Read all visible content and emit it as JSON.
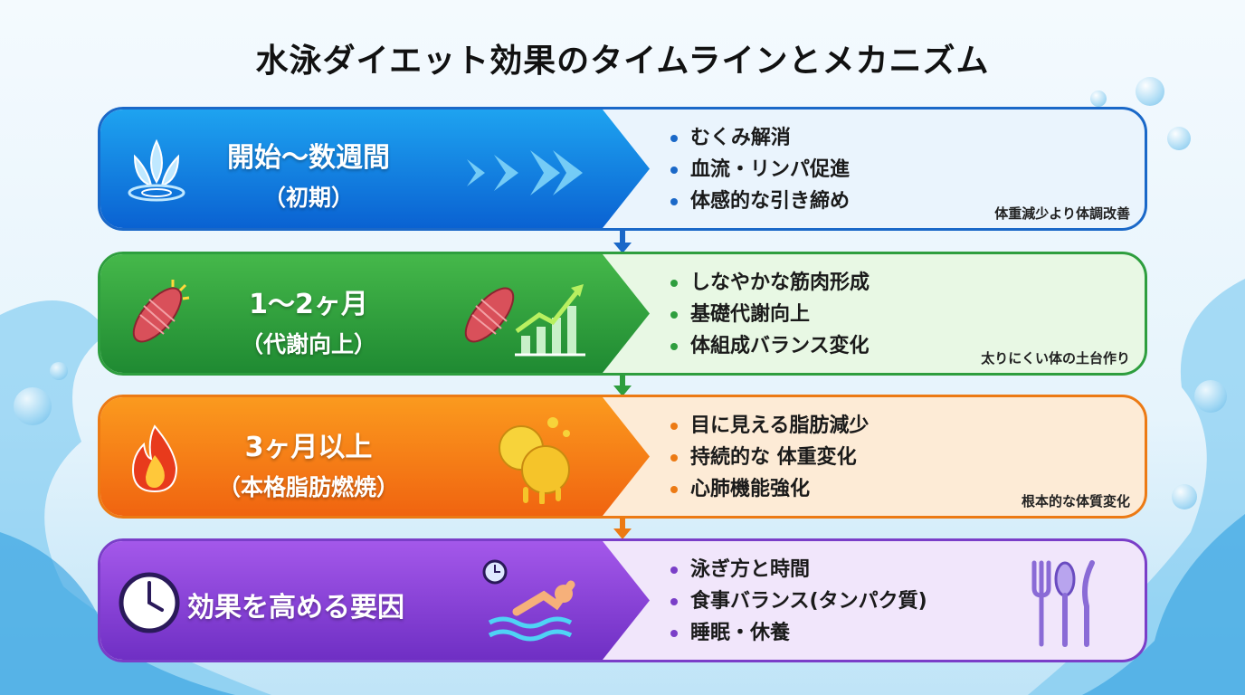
{
  "title": "水泳ダイエット効果のタイムラインとメカニズム",
  "colors": {
    "blue": "#1a73d9",
    "green": "#2e9e3e",
    "orange": "#f07a12",
    "purple": "#8a3fd6"
  },
  "stages": [
    {
      "line1": "開始〜数週間",
      "line2": "（初期）",
      "icon": "water-splash-icon",
      "bullets": [
        "むくみ解消",
        "血流・リンパ促進",
        "体感的な引き締め"
      ],
      "note": "体重減少より体調改善"
    },
    {
      "line1": "1〜2ヶ月",
      "line2": "（代謝向上）",
      "icon": "muscle-icon",
      "bullets": [
        "しなやかな筋肉形成",
        "基礎代謝向上",
        "体組成バランス変化"
      ],
      "note": "太りにくい体の土台作り"
    },
    {
      "line1": "3ヶ月以上",
      "line2": "（本格脂肪燃焼）",
      "icon": "fire-icon",
      "bullets": [
        "目に見える脂肪減少",
        "持続的な 体重変化",
        "心肺機能強化"
      ],
      "note": "根本的な体質変化"
    },
    {
      "line1": "効果を高める要因",
      "icon": "clock-icon",
      "bullets": [
        "泳ぎ方と時間",
        "食事バランス(タンパク質)",
        "睡眠・休養"
      ]
    }
  ]
}
